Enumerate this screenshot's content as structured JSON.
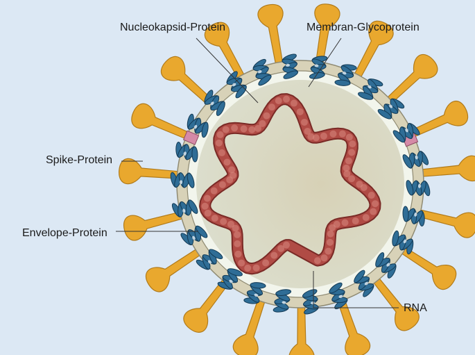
{
  "labels": {
    "nucleocapsid": "Nucleokapsid-Protein",
    "membrane": "Membran-Glycoprotein",
    "spike": "Spike-Protein",
    "envelope": "Envelope-Protein",
    "rna": "RNA"
  },
  "colors": {
    "background": "#dce8f4",
    "spike": "#e9a82e",
    "envelope_ring": "#d8d2b8",
    "core": "#cfcdb4",
    "rna": "#b04b45",
    "membrane_protein": "#2f6d96",
    "envelope_protein": "#d58aa7",
    "leader_line": "#333333"
  },
  "components": {
    "spike_count": 19,
    "membrane_protein_count": 26,
    "envelope_protein_count": 2
  }
}
